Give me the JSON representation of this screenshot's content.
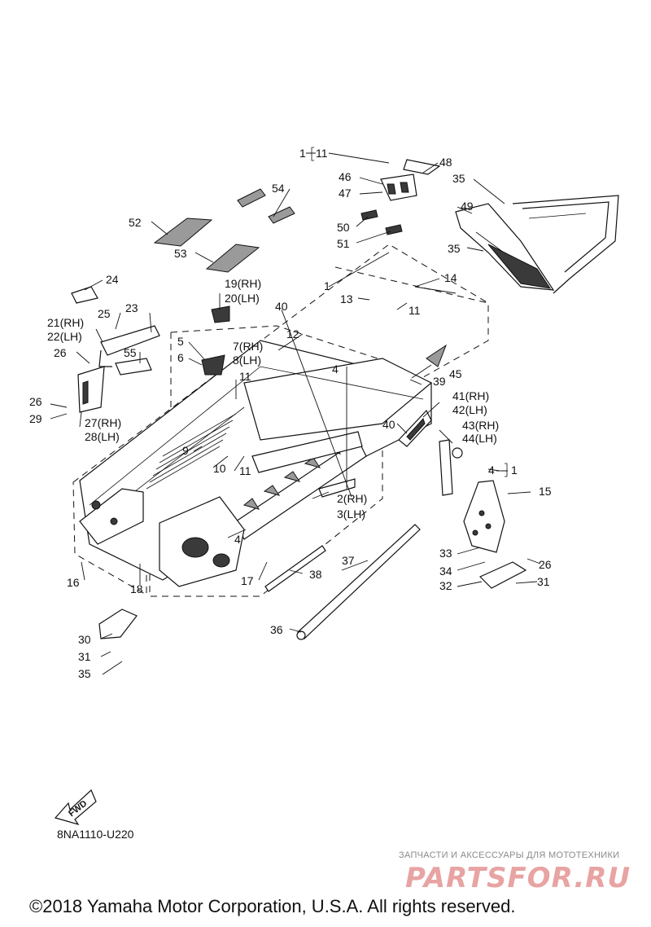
{
  "callouts": [
    {
      "id": "1a",
      "text": "1"
    },
    {
      "id": "11a",
      "text": "11"
    },
    {
      "id": "48",
      "text": "48"
    },
    {
      "id": "46",
      "text": "46"
    },
    {
      "id": "35a",
      "text": "35"
    },
    {
      "id": "47",
      "text": "47"
    },
    {
      "id": "54",
      "text": "54"
    },
    {
      "id": "49",
      "text": "49"
    },
    {
      "id": "52",
      "text": "52"
    },
    {
      "id": "50",
      "text": "50"
    },
    {
      "id": "51",
      "text": "51"
    },
    {
      "id": "35b",
      "text": "35"
    },
    {
      "id": "53",
      "text": "53"
    },
    {
      "id": "24",
      "text": "24"
    },
    {
      "id": "19",
      "text": "19(RH)"
    },
    {
      "id": "20",
      "text": "20(LH)"
    },
    {
      "id": "1b",
      "text": "1"
    },
    {
      "id": "14",
      "text": "14"
    },
    {
      "id": "13",
      "text": "13"
    },
    {
      "id": "40a",
      "text": "40"
    },
    {
      "id": "11b",
      "text": "11"
    },
    {
      "id": "23",
      "text": "23"
    },
    {
      "id": "25",
      "text": "25"
    },
    {
      "id": "21",
      "text": "21(RH)"
    },
    {
      "id": "22",
      "text": "22(LH)"
    },
    {
      "id": "12",
      "text": "12"
    },
    {
      "id": "5",
      "text": "5"
    },
    {
      "id": "7",
      "text": "7(RH)"
    },
    {
      "id": "55",
      "text": "55"
    },
    {
      "id": "26a",
      "text": "26"
    },
    {
      "id": "6",
      "text": "6"
    },
    {
      "id": "8",
      "text": "8(LH)"
    },
    {
      "id": "4a",
      "text": "4"
    },
    {
      "id": "45",
      "text": "45"
    },
    {
      "id": "39",
      "text": "39"
    },
    {
      "id": "11c",
      "text": "11"
    },
    {
      "id": "41",
      "text": "41(RH)"
    },
    {
      "id": "42",
      "text": "42(LH)"
    },
    {
      "id": "26b",
      "text": "26"
    },
    {
      "id": "29",
      "text": "29"
    },
    {
      "id": "27",
      "text": "27(RH)"
    },
    {
      "id": "28",
      "text": "28(LH)"
    },
    {
      "id": "40b",
      "text": "40"
    },
    {
      "id": "43",
      "text": "43(RH)"
    },
    {
      "id": "44",
      "text": "44(LH)"
    },
    {
      "id": "9",
      "text": "9"
    },
    {
      "id": "10",
      "text": "10"
    },
    {
      "id": "11d",
      "text": "11"
    },
    {
      "id": "4b",
      "text": "4"
    },
    {
      "id": "1c",
      "text": "1"
    },
    {
      "id": "15",
      "text": "15"
    },
    {
      "id": "2",
      "text": "2(RH)"
    },
    {
      "id": "3",
      "text": "3(LH)"
    },
    {
      "id": "4c",
      "text": "4"
    },
    {
      "id": "33",
      "text": "33"
    },
    {
      "id": "37",
      "text": "37"
    },
    {
      "id": "34",
      "text": "34"
    },
    {
      "id": "26c",
      "text": "26"
    },
    {
      "id": "16",
      "text": "16"
    },
    {
      "id": "38",
      "text": "38"
    },
    {
      "id": "17",
      "text": "17"
    },
    {
      "id": "32",
      "text": "32"
    },
    {
      "id": "31a",
      "text": "31"
    },
    {
      "id": "18",
      "text": "18"
    },
    {
      "id": "36",
      "text": "36"
    },
    {
      "id": "30",
      "text": "30"
    },
    {
      "id": "31b",
      "text": "31"
    },
    {
      "id": "35c",
      "text": "35"
    }
  ],
  "fwd_label": "FWD",
  "drawing_code": "8NA1110-U220",
  "watermark": {
    "tagline": "ЗАПЧАСТИ И АКСЕССУАРЫ ДЛЯ МОТОТЕХНИКИ",
    "logo": "PARTSFOR.RU"
  },
  "copyright": "©2018 Yamaha Motor Corporation, U.S.A. All rights reserved.",
  "colors": {
    "line": "#111111",
    "background": "#ffffff",
    "watermark_logo": "#e8a3a3",
    "watermark_text": "#8a8a8a"
  }
}
